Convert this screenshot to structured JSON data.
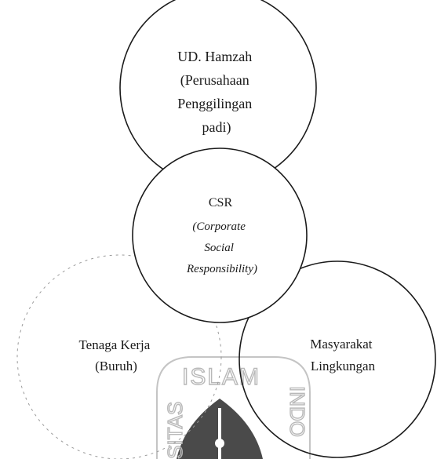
{
  "diagram": {
    "top_circle": {
      "lines": [
        "UD. Hamzah",
        "(Perusahaan",
        "Penggilingan",
        "padi)"
      ]
    },
    "center_circle": {
      "lines": [
        "CSR",
        "(Corporate",
        "Social",
        "Responsibility)"
      ]
    },
    "left_circle": {
      "lines": [
        "Tenaga Kerja",
        "(Buruh)"
      ]
    },
    "right_circle": {
      "lines": [
        "Masyarakat",
        "Lingkungan"
      ]
    }
  },
  "watermark": {
    "arc_text": "ISLAM",
    "left_text": "SITAS",
    "right_text": "INDO"
  }
}
